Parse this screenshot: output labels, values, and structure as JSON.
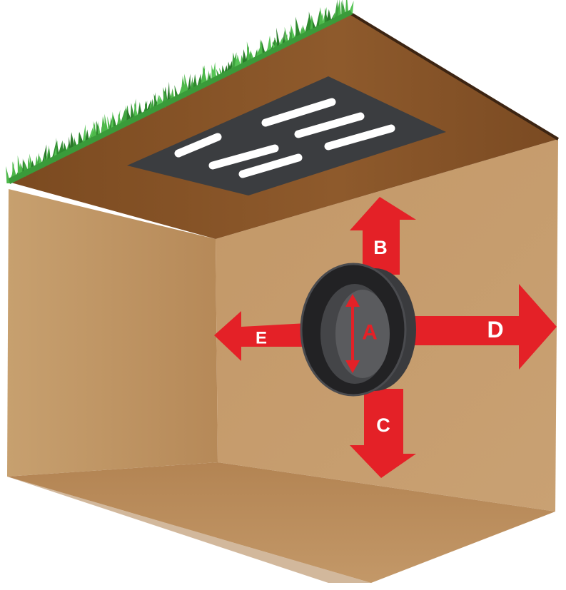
{
  "colors": {
    "arrow": "#e42127",
    "soil_light": "#c49b6a",
    "soil_mid": "#b88c5c",
    "soil_dark": "#7a4a22",
    "grass": "#3a9b3a",
    "grate": "#3b3d40",
    "pipe": "#2b2b2d",
    "background": "#ffffff"
  },
  "labels": {
    "a": "A",
    "b": "B",
    "c": "C",
    "d": "D",
    "e": "E"
  }
}
